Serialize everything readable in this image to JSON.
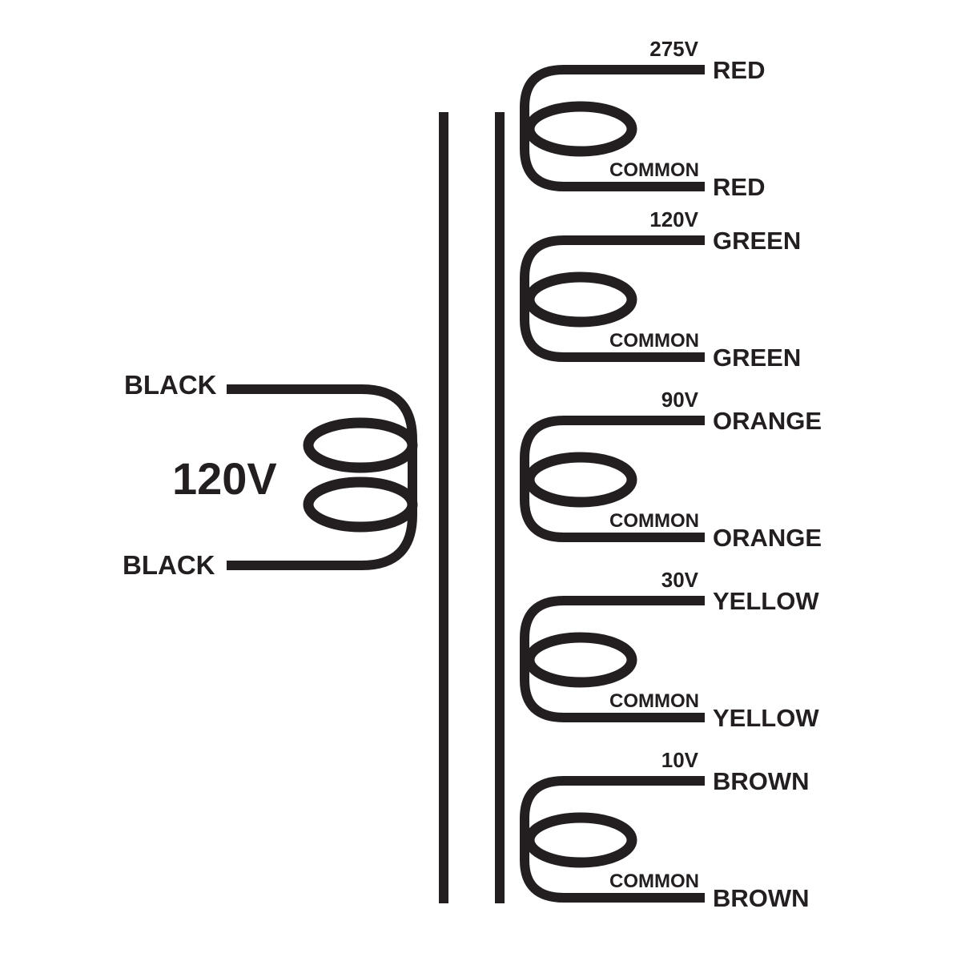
{
  "colors": {
    "ink": "#231f20",
    "background": "#ffffff"
  },
  "primary": {
    "top_lead_color": "BLACK",
    "voltage": "120V",
    "bottom_lead_color": "BLACK"
  },
  "secondaries": [
    {
      "voltage": "275V",
      "top_lead_color": "RED",
      "tap_label": "COMMON",
      "bottom_lead_color": "RED"
    },
    {
      "voltage": "120V",
      "top_lead_color": "GREEN",
      "tap_label": "COMMON",
      "bottom_lead_color": "GREEN"
    },
    {
      "voltage": "90V",
      "top_lead_color": "ORANGE",
      "tap_label": "COMMON",
      "bottom_lead_color": "ORANGE"
    },
    {
      "voltage": "30V",
      "top_lead_color": "YELLOW",
      "tap_label": "COMMON",
      "bottom_lead_color": "YELLOW"
    },
    {
      "voltage": "10V",
      "top_lead_color": "BROWN",
      "tap_label": "COMMON",
      "bottom_lead_color": "BROWN"
    }
  ]
}
